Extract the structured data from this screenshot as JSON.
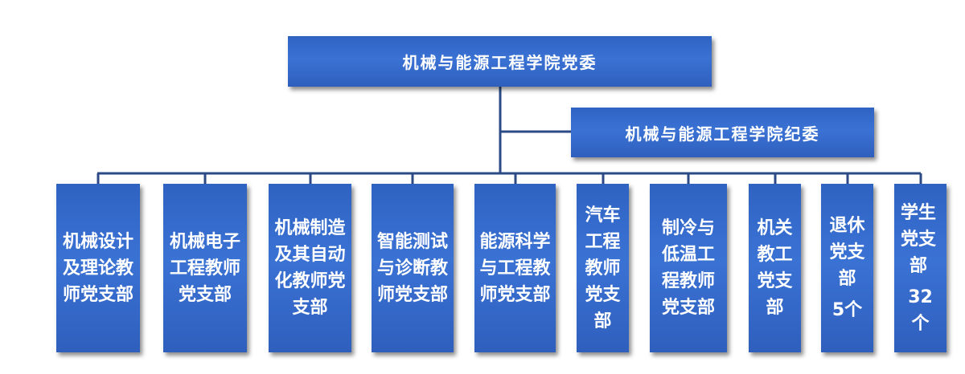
{
  "org": {
    "root": {
      "label": "机械与能源工程学院党委"
    },
    "discipline": {
      "label": "机械与能源工程学院纪委"
    },
    "branches": [
      {
        "label": "机械设计及理论教师党支部",
        "count": ""
      },
      {
        "label": "机械电子工程教师党支部",
        "count": ""
      },
      {
        "label": "机械制造及其自动化教师党支部",
        "count": ""
      },
      {
        "label": "智能测试与诊断教师党支部",
        "count": ""
      },
      {
        "label": "能源科学与工程教师党支部",
        "count": ""
      },
      {
        "label": "汽车工程教师党支部",
        "count": ""
      },
      {
        "label": "制冷与低温工程教师党支部",
        "count": ""
      },
      {
        "label": "机关教工党支部",
        "count": ""
      },
      {
        "label": "退休党支部",
        "count": "5个"
      },
      {
        "label": "学生党支部",
        "count": "32个"
      }
    ]
  },
  "colors": {
    "box_fill": "#3a6fd0",
    "line": "#2b4a86",
    "text": "#ffffff"
  }
}
